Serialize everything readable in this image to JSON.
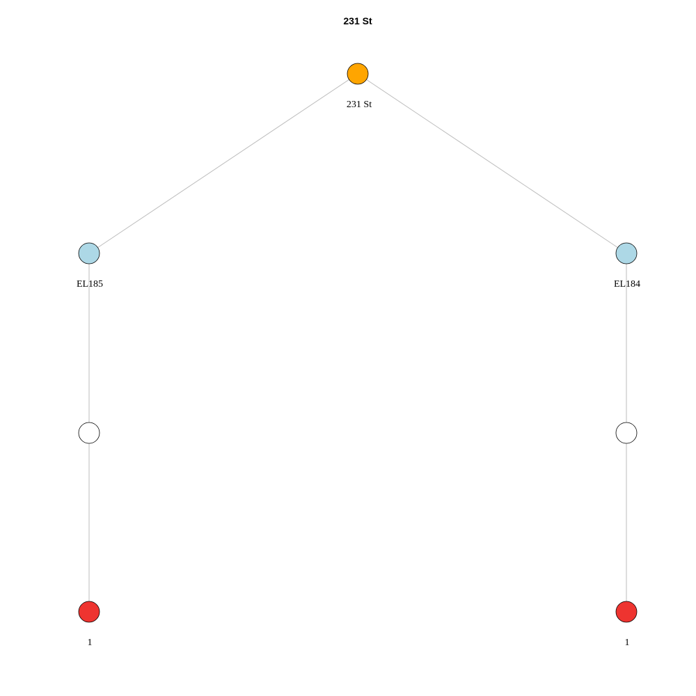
{
  "title": "231 St",
  "colors": {
    "root": "#FFA500",
    "element": "#ADD8E6",
    "empty": "#FFFFFF",
    "leaf": "#EE3430",
    "edge": "#BDBDBD"
  },
  "nodes": [
    {
      "id": "root",
      "label": "231 St",
      "color_key": "root"
    },
    {
      "id": "el185",
      "label": "EL185",
      "color_key": "element"
    },
    {
      "id": "el184",
      "label": "EL184",
      "color_key": "element"
    },
    {
      "id": "mid_left",
      "label": "",
      "color_key": "empty"
    },
    {
      "id": "mid_right",
      "label": "",
      "color_key": "empty"
    },
    {
      "id": "leaf_left",
      "label": "1",
      "color_key": "leaf"
    },
    {
      "id": "leaf_right",
      "label": "1",
      "color_key": "leaf"
    }
  ],
  "edges": [
    {
      "from": "root",
      "to": "el185"
    },
    {
      "from": "root",
      "to": "el184"
    },
    {
      "from": "el185",
      "to": "mid_left"
    },
    {
      "from": "el184",
      "to": "mid_right"
    },
    {
      "from": "mid_left",
      "to": "leaf_left"
    },
    {
      "from": "mid_right",
      "to": "leaf_right"
    }
  ]
}
